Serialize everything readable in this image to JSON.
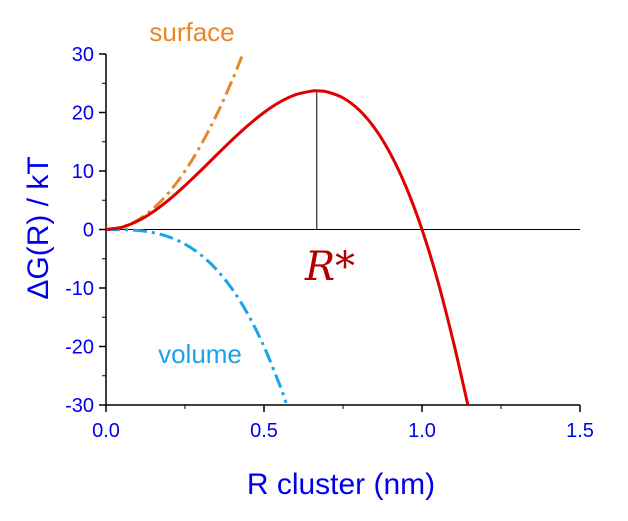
{
  "chart_data": {
    "type": "line",
    "xlabel": "R cluster (nm)",
    "ylabel": "ΔG(R) / kT",
    "xlim": [
      0.0,
      1.5
    ],
    "ylim": [
      -30,
      30
    ],
    "x_ticks": [
      "0.0",
      "0.5",
      "1.0",
      "1.5"
    ],
    "y_ticks": [
      "30",
      "20",
      "10",
      "0",
      "-10",
      "-20",
      "-30"
    ],
    "grid": false,
    "series": [
      {
        "name": "surface",
        "color": "#e8862a",
        "style": "dash-dot",
        "x": [
          0.0,
          0.05,
          0.1,
          0.15,
          0.2,
          0.25,
          0.3,
          0.35,
          0.4,
          0.43
        ],
        "y": [
          0.0,
          0.4,
          1.6,
          3.6,
          6.4,
          10.0,
          14.4,
          19.6,
          25.6,
          29.6
        ]
      },
      {
        "name": "volume",
        "color": "#1aa3ea",
        "style": "dash-dot",
        "x": [
          0.0,
          0.05,
          0.1,
          0.15,
          0.2,
          0.25,
          0.3,
          0.35,
          0.4,
          0.45,
          0.5,
          0.55,
          0.57
        ],
        "y": [
          0.0,
          -0.02,
          -0.16,
          -0.54,
          -1.28,
          -2.5,
          -4.32,
          -6.86,
          -10.24,
          -14.58,
          -20.0,
          -26.62,
          -29.63
        ]
      },
      {
        "name": "",
        "color": "#e00000",
        "style": "solid",
        "x": [
          0.0,
          0.05,
          0.1,
          0.15,
          0.2,
          0.25,
          0.3,
          0.35,
          0.4,
          0.45,
          0.5,
          0.55,
          0.6,
          0.65,
          0.667,
          0.7,
          0.75,
          0.8,
          0.85,
          0.9,
          0.95,
          1.0,
          1.05,
          1.1,
          1.145
        ],
        "y": [
          0.0,
          0.38,
          1.44,
          3.06,
          5.12,
          7.5,
          10.08,
          12.74,
          15.36,
          17.82,
          20.0,
          21.78,
          23.04,
          23.66,
          23.7,
          23.52,
          22.5,
          20.48,
          17.34,
          12.96,
          7.22,
          0.0,
          -8.82,
          -19.36,
          -29.95
        ]
      }
    ],
    "annotations": [
      {
        "text": "surface",
        "color": "#e8862a"
      },
      {
        "text": "volume",
        "color": "#1aa3ea"
      },
      {
        "text": "R*",
        "color": "#b00000"
      }
    ],
    "maximum": {
      "x": 0.667,
      "y": 23.7
    }
  }
}
